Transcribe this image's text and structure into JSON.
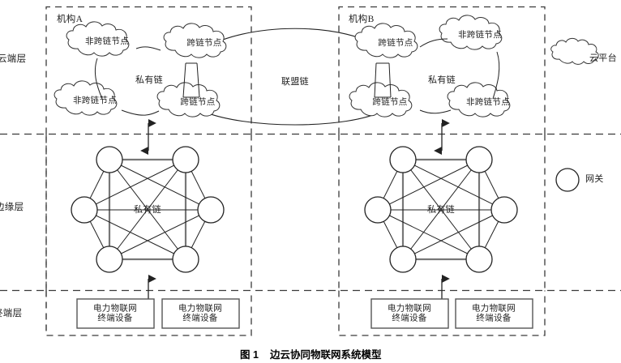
{
  "figure": {
    "caption_number": "图 1",
    "caption_text": "边云协同物联网系统模型"
  },
  "layers": [
    {
      "id": "cloud",
      "label": "云端层"
    },
    {
      "id": "edge",
      "label": "边缘层"
    },
    {
      "id": "terminal",
      "label": "终端层"
    }
  ],
  "institutions": [
    {
      "id": "a",
      "label": "机构A"
    },
    {
      "id": "b",
      "label": "机构B"
    }
  ],
  "cloud_layer": {
    "private_chain_label": "私有链",
    "consortium_chain_label": "联盟链",
    "institution_a_nodes": [
      {
        "id": "a-noncross-top",
        "label": "非跨链节点",
        "type": "non-cross-chain"
      },
      {
        "id": "a-cross-top",
        "label": "跨链节点",
        "type": "cross-chain"
      },
      {
        "id": "a-noncross-bottom",
        "label": "非跨链节点",
        "type": "non-cross-chain"
      },
      {
        "id": "a-cross-bottom",
        "label": "跨链节点",
        "type": "cross-chain"
      }
    ],
    "institution_b_nodes": [
      {
        "id": "b-cross-top",
        "label": "跨链节点",
        "type": "cross-chain"
      },
      {
        "id": "b-noncross-top",
        "label": "非跨链节点",
        "type": "non-cross-chain"
      },
      {
        "id": "b-cross-bottom",
        "label": "跨链节点",
        "type": "cross-chain"
      },
      {
        "id": "b-noncross-bottom",
        "label": "非跨链节点",
        "type": "non-cross-chain"
      }
    ]
  },
  "edge_layer": {
    "private_chain_label": "私有链",
    "gateway_count_per_network": 6,
    "topology": "fully-connected-hexagon"
  },
  "terminal_layer": {
    "devices": [
      {
        "id": "a1",
        "line1": "电力物联网",
        "line2": "终端设备"
      },
      {
        "id": "a2",
        "line1": "电力物联网",
        "line2": "终端设备"
      },
      {
        "id": "b1",
        "line1": "电力物联网",
        "line2": "终端设备"
      },
      {
        "id": "b2",
        "line1": "电力物联网",
        "line2": "终端设备"
      }
    ]
  },
  "legend": [
    {
      "id": "cloud-platform",
      "icon": "cloud-icon",
      "label": "云平台"
    },
    {
      "id": "gateway",
      "icon": "circle-icon",
      "label": "网关"
    }
  ],
  "colors": {
    "stroke": "#222222",
    "dashed": "#3a3a3a",
    "gray_edge": "#777777",
    "text": "#1a1a1a"
  }
}
